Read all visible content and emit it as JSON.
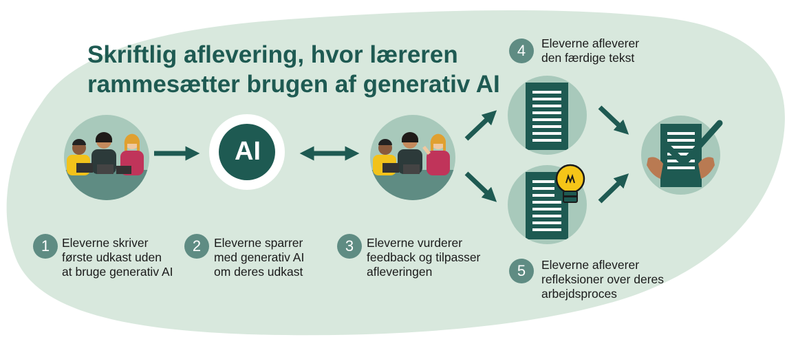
{
  "title": {
    "line1": "Skriftlig aflevering, hvor læreren",
    "line2": "rammesætter brugen af generativ AI"
  },
  "ai_label": "AI",
  "steps": [
    {
      "number": "1",
      "lines": [
        "Eleverne skriver",
        "første udkast uden",
        "at bruge generativ AI"
      ]
    },
    {
      "number": "2",
      "lines": [
        "Eleverne sparrer",
        "med generativ AI",
        "om deres udkast"
      ]
    },
    {
      "number": "3",
      "lines": [
        "Eleverne vurderer",
        "feedback og tilpasser",
        "afleveringen"
      ]
    },
    {
      "number": "4",
      "lines": [
        "Eleverne afleverer",
        "den færdige tekst"
      ]
    },
    {
      "number": "5",
      "lines": [
        "Eleverne afleverer",
        "refleksioner over deres",
        "arbejdsproces"
      ]
    }
  ],
  "colors": {
    "background_blob": "#d8e8dd",
    "circle_fill": "#a8c9bb",
    "dark_green": "#1e5a52",
    "number_badge": "#5f8c83",
    "lightbulb": "#f5c518"
  }
}
